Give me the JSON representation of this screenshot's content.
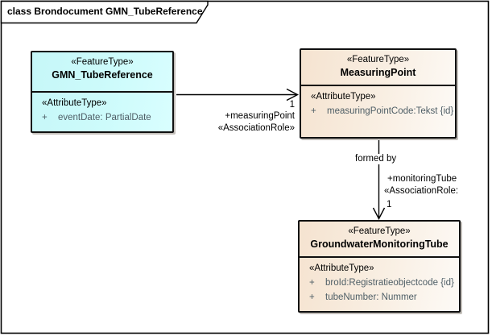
{
  "frame": {
    "title": "class Brondocument GMN_TubeReference"
  },
  "colors": {
    "cyan_class_fill": "#CDFBFB",
    "tan_class_fill_dark": "#F5E3D0",
    "tan_class_fill_light": "#FDFAF6",
    "class_border": "#101010",
    "attribute_text": "#4E5E66",
    "line_color": "#000000",
    "background": "#FFFFFF"
  },
  "classes": {
    "gmn_tube_reference": {
      "stereotype": "«FeatureType»",
      "name": "GMN_TubeReference",
      "attr_header": "«AttributeType»",
      "attributes": [
        {
          "vis": "+",
          "text": "eventDate: PartialDate"
        }
      ]
    },
    "measuring_point": {
      "stereotype": "«FeatureType»",
      "name": "MeasuringPoint",
      "attr_header": "«AttributeType»",
      "attributes": [
        {
          "vis": "+",
          "text": "measuringPointCode:Tekst {id}"
        }
      ]
    },
    "groundwater_monitoring_tube": {
      "stereotype": "«FeatureType»",
      "name": "GroundwaterMonitoringTube",
      "attr_header": "«AttributeType»",
      "attributes": [
        {
          "vis": "+",
          "text": "broId:Registratieobjectcode {id}"
        },
        {
          "vis": "+",
          "text": "tubeNumber: Nummer"
        }
      ]
    }
  },
  "associations": {
    "measuring_point": {
      "multiplicity": "1",
      "role": "+measuringPoint",
      "stereotype": "«AssociationRole»"
    },
    "monitoring_tube": {
      "name": "formed by",
      "role": "+monitoringTube",
      "stereotype": "«AssociationRole:",
      "multiplicity": "1"
    }
  }
}
